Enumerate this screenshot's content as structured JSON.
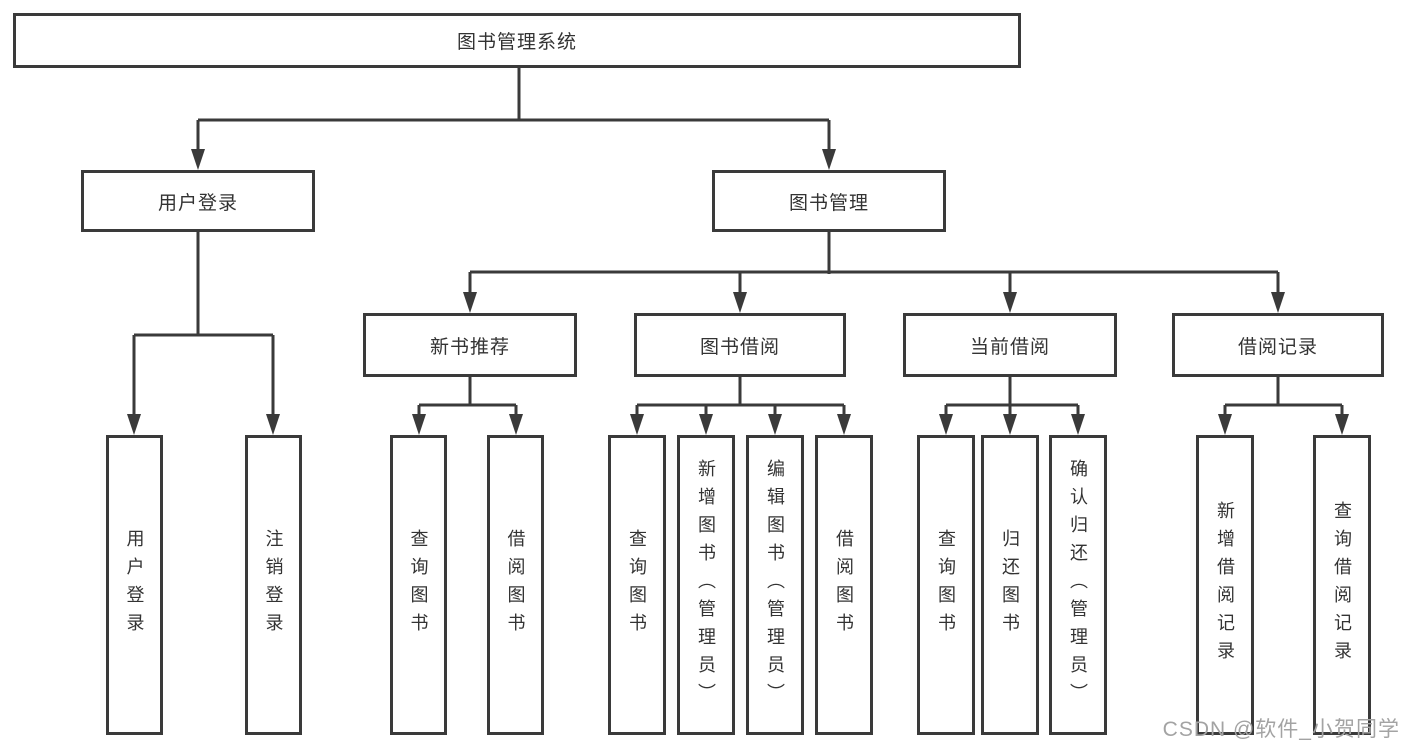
{
  "diagram": {
    "root": "图书管理系统",
    "branches": [
      {
        "label": "用户登录",
        "leaves": [
          "用户登录",
          "注销登录"
        ]
      },
      {
        "label": "图书管理",
        "groups": [
          {
            "label": "新书推荐",
            "leaves": [
              "查询图书",
              "借阅图书"
            ]
          },
          {
            "label": "图书借阅",
            "leaves": [
              "查询图书",
              "新增图书（管理员）",
              "编辑图书（管理员）",
              "借阅图书"
            ]
          },
          {
            "label": "当前借阅",
            "leaves": [
              "查询图书",
              "归还图书",
              "确认归还（管理员）"
            ]
          },
          {
            "label": "借阅记录",
            "leaves": [
              "新增借阅记录",
              "查询借阅记录"
            ]
          }
        ]
      }
    ]
  },
  "watermark": "CSDN @软件_小贺同学",
  "colors": {
    "line": "#3a3a3a",
    "text": "#333333",
    "background": "#ffffff",
    "watermark": "#a3a3a3"
  }
}
